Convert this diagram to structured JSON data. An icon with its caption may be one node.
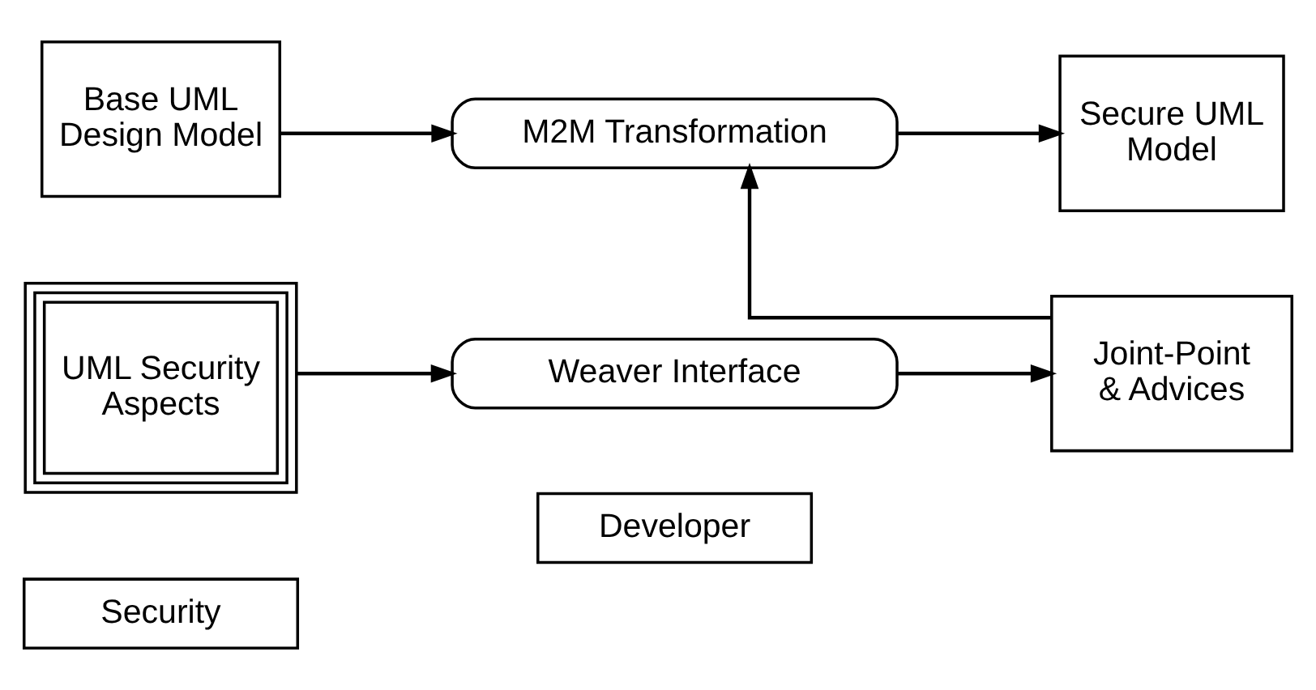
{
  "diagram": {
    "nodes": [
      {
        "text": [
          "Base UML Design Model"
        ]
      },
      {
        "text": [
          "M2M Transformation"
        ]
      },
      {
        "text": [
          "Secure UML Model"
        ]
      },
      {
        "text": [
          "UML Security Aspects"
        ]
      },
      {
        "text": [
          "Weaver Interface"
        ]
      },
      {
        "text": [
          "Joint-Point & Advices"
        ]
      },
      {
        "text": [
          "Developer"
        ]
      },
      {
        "text": [
          "Security"
        ]
      }
    ],
    "edges": [
      {
        "from": 0,
        "to": 1,
        "arrow": "to"
      },
      {
        "from": 1,
        "to": 2,
        "arrow": "to"
      },
      {
        "from": 5,
        "to": 1,
        "arrow": "to"
      },
      {
        "from": 3,
        "to": 4,
        "arrow": "to"
      },
      {
        "from": 4,
        "to": 5,
        "arrow": "to"
      }
    ]
  }
}
